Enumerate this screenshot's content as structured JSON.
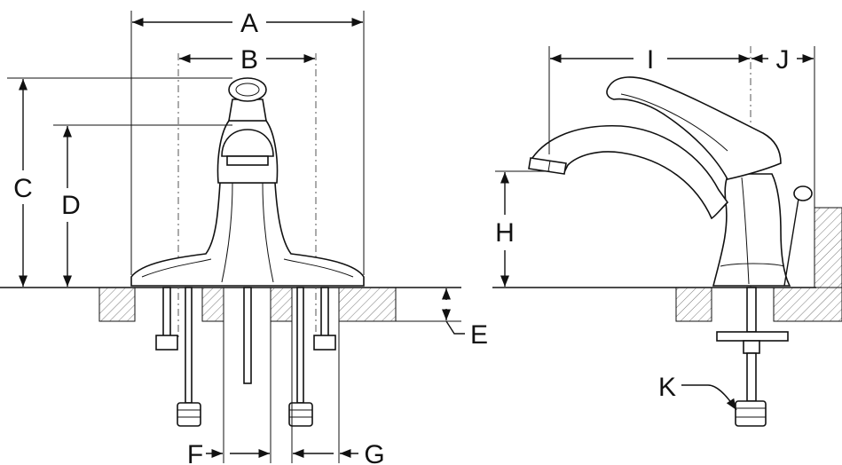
{
  "diagram": {
    "labels": {
      "a": "A",
      "b": "B",
      "c": "C",
      "d": "D",
      "e": "E",
      "f": "F",
      "g": "G",
      "h": "H",
      "i": "I",
      "j": "J",
      "k": "K"
    }
  }
}
